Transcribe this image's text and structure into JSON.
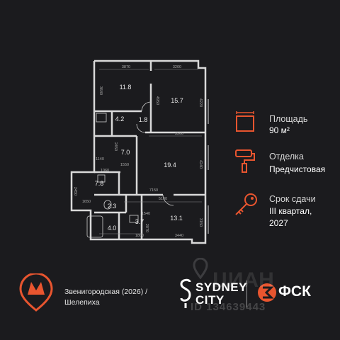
{
  "plan": {
    "rooms": [
      "11.8",
      "15.7",
      "4.2",
      "1.8",
      "7.0",
      "19.4",
      "7.8",
      "2.3",
      "4.0",
      "3.7",
      "13.1"
    ],
    "dimensions": [
      "3870",
      "3200",
      "3640",
      "4950",
      "4220",
      "3560",
      "2450",
      "1140",
      "1550",
      "4240",
      "1060",
      "7150",
      "2450",
      "5100",
      "1650",
      "1540",
      "2070",
      "1800",
      "3440",
      "3150"
    ]
  },
  "info": {
    "area_label": "Площадь",
    "area_value": "90 м²",
    "finish_label": "Отделка",
    "finish_value": "Предчистовая",
    "deadline_label": "Срок сдачи",
    "deadline_line1": "III квартал,",
    "deadline_line2": "2027"
  },
  "footer": {
    "metro_line1": "Звенигородская (2026) /",
    "metro_line2": "Шелепиха",
    "brand_line1": "SYDNEY",
    "brand_line2": "CITY",
    "developer": "ФСК",
    "watermark_word": "ЦИАН",
    "watermark_id": "ID 134639443"
  },
  "colors": {
    "accent": "#e8552f",
    "background": "#1b1b1e",
    "walls": "#d9d9d9"
  },
  "icons": [
    "area-icon",
    "paint-roller-icon",
    "key-icon",
    "metro-icon",
    "location-pin-icon"
  ]
}
